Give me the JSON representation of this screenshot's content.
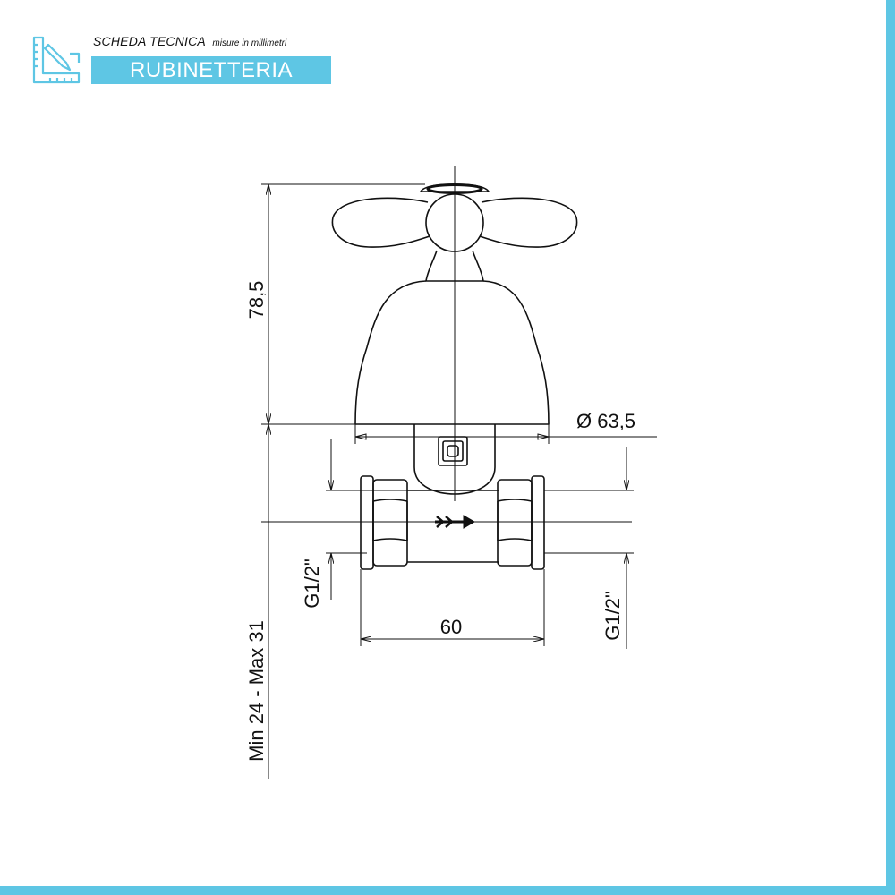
{
  "header": {
    "title": "SCHEDA TECNICA",
    "subtitle": "misure in millimetri",
    "category": "RUBINETTERIA",
    "icon": "ruler-pencil-icon"
  },
  "dimensions": {
    "height_label": "78,5",
    "diameter_label": "Ø 63,5",
    "width_label": "60",
    "thread_left_label": "G1/2\"",
    "thread_right_label": "G1/2\"",
    "depth_range_label": "Min 24 - Max 31"
  },
  "colors": {
    "accent": "#5ec6e4",
    "line": "#111111"
  }
}
